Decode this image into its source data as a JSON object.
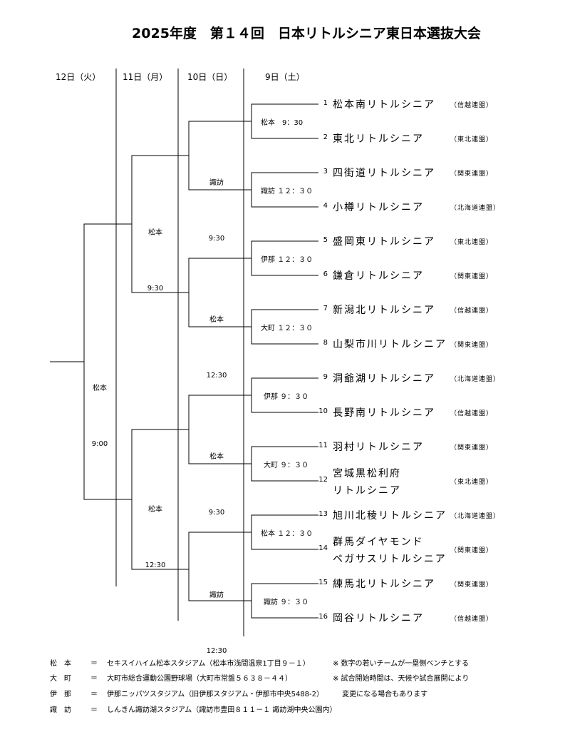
{
  "title": "2025年度　第１４回　日本リトルシニア東日本選抜大会",
  "days": [
    "12日（火）",
    "11日（月）",
    "10日（日）",
    "9日（土）"
  ],
  "teams": [
    {
      "num": "1",
      "name": "松本南リトルシニア",
      "league": "（信越連盟）"
    },
    {
      "num": "2",
      "name": "東北リトルシニア",
      "league": "（東北連盟）"
    },
    {
      "num": "3",
      "name": "四街道リトルシニア",
      "league": "（関東連盟）"
    },
    {
      "num": "4",
      "name": "小樽リトルシニア",
      "league": "（北海道連盟）"
    },
    {
      "num": "5",
      "name": "盛岡東リトルシニア",
      "league": "（東北連盟）"
    },
    {
      "num": "6",
      "name": "鎌倉リトルシニア",
      "league": "（関東連盟）"
    },
    {
      "num": "7",
      "name": "新潟北リトルシニア",
      "league": "（信越連盟）"
    },
    {
      "num": "8",
      "name": "山梨市川リトルシニア",
      "league": "（関東連盟）"
    },
    {
      "num": "9",
      "name": "洞爺湖リトルシニア",
      "league": "（北海道連盟）"
    },
    {
      "num": "10",
      "name": "長野南リトルシニア",
      "league": "（信越連盟）"
    },
    {
      "num": "11",
      "name": "羽村リトルシニア",
      "league": "（関東連盟）"
    },
    {
      "num": "12",
      "name": "宮城黒松利府",
      "name2": "リトルシニア",
      "league": "（東北連盟）"
    },
    {
      "num": "13",
      "name": "旭川北稜リトルシニア",
      "league": "（北海道連盟）"
    },
    {
      "num": "14",
      "name": "群馬ダイヤモンド",
      "name2": "ペガサスリトルシニア",
      "league": "（関東連盟）"
    },
    {
      "num": "15",
      "name": "練馬北リトルシニア",
      "league": "（関東連盟）"
    },
    {
      "num": "16",
      "name": "岡谷リトルシニア",
      "league": "（信越連盟）"
    }
  ],
  "r1": [
    "松本　9：30",
    "諏訪 １２：３０",
    "伊那 １２：３０",
    "大町 １２：３０",
    "伊那 ９：３０",
    "大町 ９：３０",
    "松本 １２：３０",
    "諏訪 ９：３０"
  ],
  "r2": [
    {
      "venue": "諏訪",
      "time": "9:30"
    },
    {
      "venue": "松本",
      "time": "12:30"
    },
    {
      "venue": "松本",
      "time": "9:30"
    },
    {
      "venue": "諏訪",
      "time": "12:30"
    }
  ],
  "r3": [
    {
      "venue": "松本",
      "time": "9:30"
    },
    {
      "venue": "松本",
      "time": "12:30"
    }
  ],
  "final": {
    "venue": "松本",
    "time": "9:00"
  },
  "notes": {
    "venues": [
      {
        "abbr": "松　本",
        "eq": "＝",
        "desc": "セキスイハイム松本スタジアム（松本市浅間温泉1丁目９－１）"
      },
      {
        "abbr": "大　町",
        "eq": "＝",
        "desc": "大町市総合運動公園野球場（大町市常盤５６３８－４４）"
      },
      {
        "abbr": "伊　那",
        "eq": "＝",
        "desc": "伊那ニッパツスタジアム（旧伊那スタジアム・伊那市中央5488-2）"
      },
      {
        "abbr": "諏　訪",
        "eq": "＝",
        "desc": "しんきん諏訪湖スタジアム（諏訪市豊田８１１－１ 諏訪湖中央公園内）"
      }
    ],
    "remarks": [
      "※ 数字の若いチームが一塁側ベンチとする",
      "※ 試合開始時間は、天候や試合展開により",
      "　 変更になる場合もあります"
    ]
  }
}
